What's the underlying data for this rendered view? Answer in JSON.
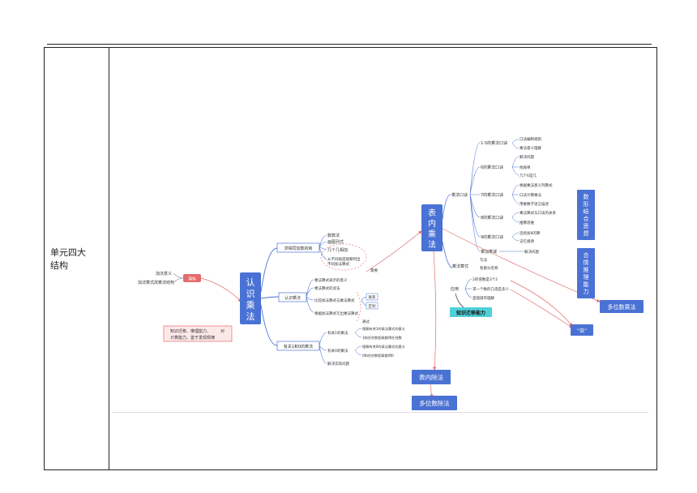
{
  "left_label": {
    "line1": "单元四大",
    "line2": "结构"
  },
  "mindmap": {
    "left_notes": [
      "加法意义",
      "加法算式改乘法结构"
    ],
    "bracket_label": "课标",
    "red_note": [
      "知识迁移、推理能力、",
      "对",
      "计算能力、善于发现规律"
    ],
    "center": [
      "认",
      "识",
      "乘",
      "法"
    ],
    "branch_qiu": {
      "label": "求相同加数的和",
      "items": [
        "数数法",
        "画图列式",
        "几个几相加",
        "从不同角度观察列出",
        "不同加法算式"
      ]
    },
    "branch_renshi": {
      "label": "认识乘法",
      "items": [
        "乘法算式表示的意义",
        "乘法算式的读法",
        "比较加法算式与乘法算式",
        "根据加法算式写出乘法算式"
      ],
      "compare": [
        "联系",
        "区别"
      ],
      "xuyao": "需要"
    },
    "branch_you": {
      "label": "有关1和0的乘法",
      "items": [
        "有关1的乘法",
        "有关0的乘法",
        "解决实际问题"
      ],
      "sub1": [
        "理解有关1的乘法算式的意义",
        "1和任何数相乘都得任何数"
      ],
      "sub0": [
        "理解有关0的乘法算式的意义",
        "0和任何数相乘都得0"
      ],
      "tongzhi": "通过"
    },
    "table_node": [
      "表",
      "内",
      "乘",
      "法"
    ],
    "kouzhue": "乘法口诀",
    "k1": {
      "label": "1-5的乘法口诀",
      "items": [
        "口诀编制规则",
        "乘法意义理解"
      ]
    },
    "k6": {
      "label": "6的乘法口诀",
      "items": [
        "解决问题",
        "找规律",
        "几个6是几"
      ]
    },
    "k7": {
      "label": "7的乘法口诀",
      "items": [
        "根据乘法意义列算式",
        "口诀计算乘法",
        "用乘数学语言描述"
      ]
    },
    "k8": {
      "label": "8的乘法口诀",
      "items": [
        "乘法算式与口诀的关系",
        "推算思维"
      ]
    },
    "k9": {
      "label": "9的乘法口诀",
      "items": [
        "连续加9的算",
        "记忆规律"
      ]
    },
    "mix": {
      "label": "乘加乘减",
      "item": "解决问题"
    },
    "ying_labels": [
      "写法",
      "乘法算式",
      "各部分名称"
    ],
    "yingyong": {
      "label": "应用",
      "items": [
        "2的倍数是3个2",
        "求一个数的几倍是多少",
        "直观操作理解"
      ]
    },
    "transfer": "知识迁移能力",
    "boxes": {
      "shuxing": [
        "数",
        "形",
        "结",
        "合",
        "思",
        "想"
      ],
      "tuili": [
        "合",
        "情",
        "推",
        "理",
        "能",
        "力"
      ],
      "duoweishu": "多位数乘法",
      "bei": "“倍”",
      "biaochu": "表内除法",
      "duochu": "多位数除法"
    }
  }
}
